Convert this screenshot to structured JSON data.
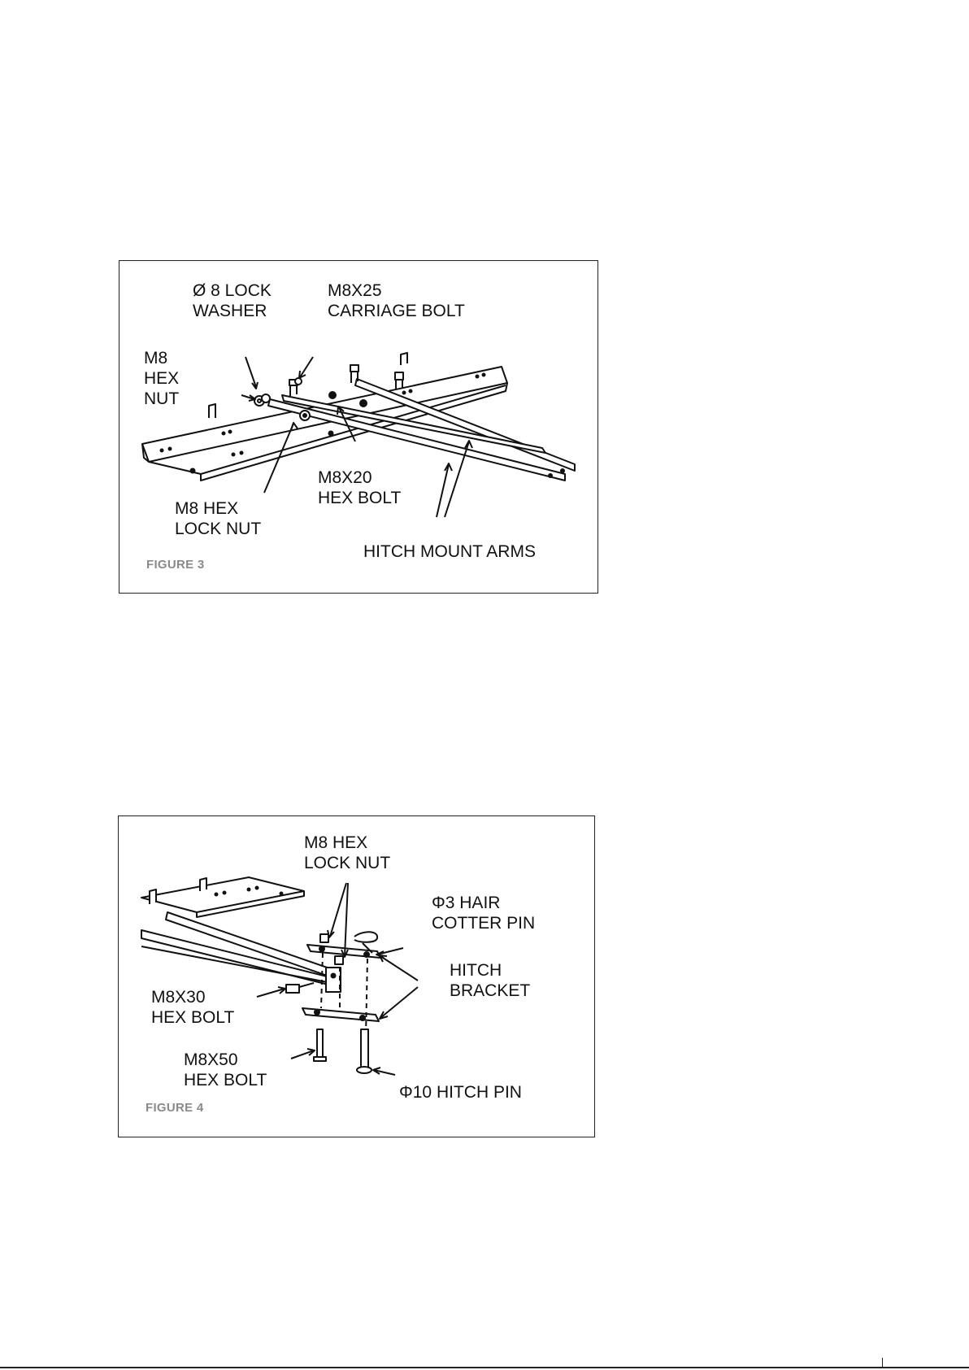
{
  "figure3": {
    "labels": {
      "lock_washer": "Ø 8 LOCK\nWASHER",
      "carriage_bolt": "M8X25\nCARRIAGE BOLT",
      "hex_nut": "M8\nHEX\nNUT",
      "hex_bolt": "M8X20\nHEX BOLT",
      "hex_lock_nut": "M8 HEX\nLOCK NUT",
      "hitch_mount_arms": "HITCH MOUNT ARMS"
    },
    "caption": "FIGURE 3"
  },
  "figure4": {
    "labels": {
      "hex_lock_nut": "M8 HEX\nLOCK NUT",
      "hair_cotter_pin": "Φ3 HAIR\nCOTTER PIN",
      "hitch_bracket": "HITCH\nBRACKET",
      "hex_bolt_30": "M8X30\nHEX BOLT",
      "hex_bolt_50": "M8X50\nHEX BOLT",
      "hitch_pin": "Φ10 HITCH PIN"
    },
    "caption": "FIGURE 4"
  }
}
